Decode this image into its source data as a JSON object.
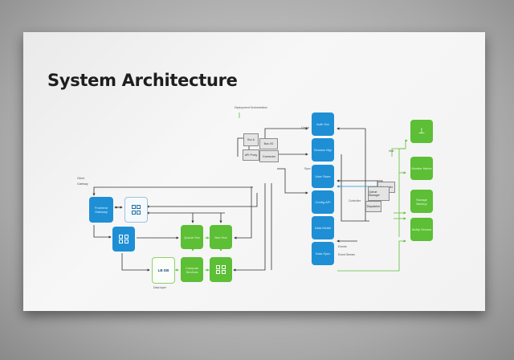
{
  "slide": {
    "title": "System Architecture"
  },
  "colors": {
    "blue": "#1e8fd5",
    "green": "#5cbf35",
    "line": "#333333",
    "green_line": "#5cbf35"
  },
  "left_section": {
    "blue_box_1": {
      "label": "Frontend Gateway",
      "icon": "none"
    },
    "grid_box_outline": {
      "icon": "grid-icon"
    },
    "blue_grid_box": {
      "icon": "grid-icon"
    },
    "green_box_1": {
      "label": "Queue Svc"
    },
    "green_box_2": {
      "label": "Bus Hub"
    },
    "green_box_3": {
      "label": "Compute Services"
    },
    "green_grid_box": {
      "icon": "grid-icon"
    },
    "outline_green_box": {
      "label": "LB DB"
    },
    "side_label": "Gateway",
    "side_label_2": "Client",
    "bottom_label": "Data layer"
  },
  "middle_section": {
    "top_label": "Deployment Orchestration",
    "gray_box_1": "Svc A",
    "gray_box_2": "API Proxy",
    "gray_box_3": "Bus I/O",
    "gray_box_4": "Connector"
  },
  "blue_column": [
    {
      "label": "Auth Svc",
      "side_label": "Cache"
    },
    {
      "label": "Session Mgr"
    },
    {
      "label": "User Store",
      "side_label": "Sync"
    },
    {
      "label": "Config API"
    },
    {
      "label": "Data Model"
    },
    {
      "label": "Data Sync",
      "side_label": "Events",
      "bottom_label": "Event Stream"
    }
  ],
  "right_gray": {
    "box_1": "Scheduler",
    "box_2": "Queue Manager",
    "box_3": "Dispatcher",
    "label": "Controller"
  },
  "green_column": [
    {
      "label": "",
      "icon": "network-icon",
      "side_label": "Hub"
    },
    {
      "label": "Monitor Metric"
    },
    {
      "label": "Storage Backup"
    },
    {
      "label": "Notify Service"
    }
  ]
}
